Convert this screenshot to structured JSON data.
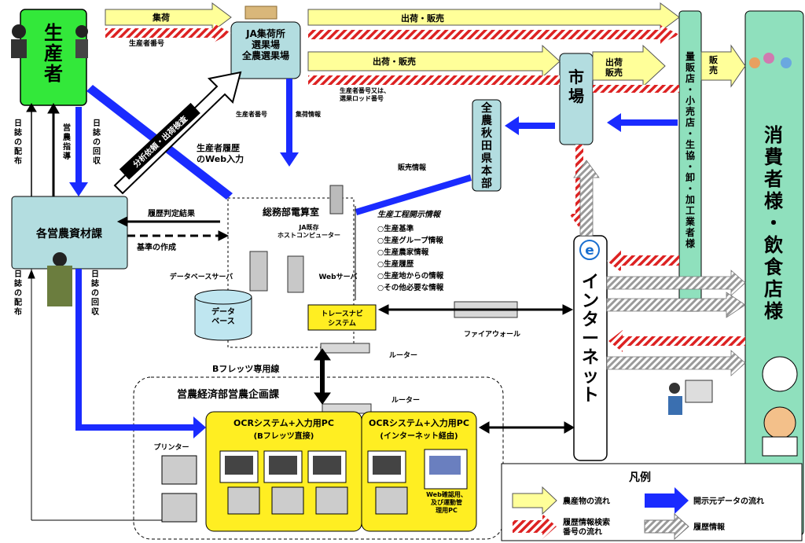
{
  "nodes": {
    "producer": "生産者",
    "ja_collection": "JA集荷所\n選果場\n全農選果場",
    "market": "市場",
    "zennoh": "全農秋田県本部",
    "retailers": "量販店・小売店・生協・卸・加工業者様",
    "consumers": "消費者様・飲食店様",
    "resource_section": "各営農資材課",
    "general_affairs": "総務部電算室",
    "host_computer": "JA既存\nホストコンピューター",
    "database_server": "データベースサーバ",
    "database": "データ\nベース",
    "web_server": "Webサーバ",
    "trace_navi": "トレースナビ\nシステム",
    "firewall": "ファイアウォール",
    "router1": "ルーター",
    "router2": "ルーター",
    "internet": "インターネット",
    "planning_section": "営農経済部営農企画課",
    "ocr_left_title": "OCRシステム+入力用PC",
    "ocr_left_sub": "(Bフレッツ直接)",
    "ocr_right_title": "OCRシステム+入力用PC",
    "ocr_right_sub": "(インターネット経由)",
    "web_check_pc": "Web確認用、\n及び運動管\n理用PC",
    "printer": "プリンター"
  },
  "labels": {
    "shuka": "集荷",
    "producer_no": "生産者番号",
    "shipping_sales_1": "出荷・販売",
    "shipping_sales_2": "出荷・販売",
    "shipping_sales_3": "出荷\n販売",
    "hanbai": "販売",
    "lot_no": "生産者番号又は、\n選果ロッド番号",
    "producer_no_2": "生産者番号",
    "collection_info": "集荷情報",
    "web_input": "生産者履歴\nのWeb入力",
    "diag_arrow": "分析依頼・出荷検査",
    "sales_info": "販売情報",
    "nisshi_haifu_1": "日誌の配布",
    "einou_shidou": "営農指導",
    "nisshi_kaishu_1": "日誌の回収",
    "nisshi_haifu_2": "日誌の配布",
    "nisshi_kaishu_2": "日誌の回収",
    "judgment": "履歴判定結果",
    "criteria": "基準の作成",
    "bflets": "Bフレッツ専用線",
    "disclosure_title": "生産工程開示情報",
    "disclosure_items": [
      "○生産基準",
      "○生産グループ情報",
      "○生産農家情報",
      "○生産履歴",
      "○生産地からの情報",
      "○その他必要な情報"
    ]
  },
  "legend": {
    "title": "凡例",
    "items": [
      {
        "label": "農産物の流れ",
        "kind": "produce"
      },
      {
        "label": "開示元データの流れ",
        "kind": "disclosure"
      },
      {
        "label": "履歴情報検索\n番号の流れ",
        "kind": "search"
      },
      {
        "label": "履歴情報",
        "kind": "history"
      }
    ]
  },
  "colors": {
    "produce_fill": "#ffff99",
    "search_red": "#dd2222",
    "disclosure_blue": "#1a2bff",
    "history_grey": "#bfbfbf",
    "producer_box": "#33e83a",
    "node_teal": "#b3dde0",
    "consumer_green": "#8fe0bd",
    "ocr_yellow": "#ffee22"
  }
}
